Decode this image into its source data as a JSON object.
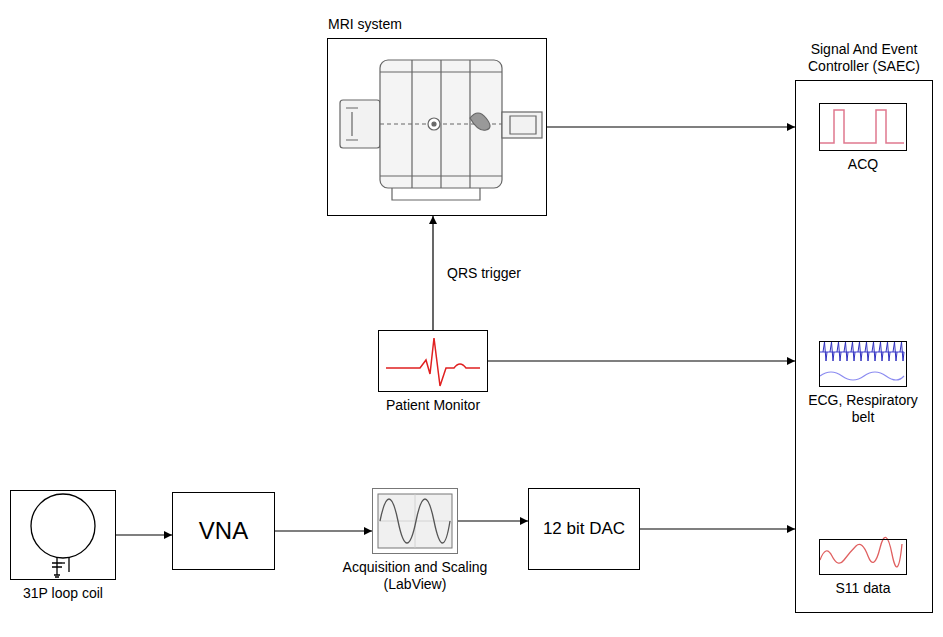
{
  "diagram": {
    "nodes": [
      {
        "text": [
          "MRI system"
        ]
      },
      {
        "text": [
          "Signal And Event Controller (SAEC)"
        ]
      },
      {
        "text": [
          "ACQ"
        ],
        "in": 1
      },
      {
        "text": [
          "ECG, Respiratory belt"
        ],
        "in": 1
      },
      {
        "text": [
          "S11 data"
        ],
        "in": 1
      },
      {
        "text": [
          "Patient Monitor"
        ]
      },
      {
        "text": [
          "31P loop coil"
        ]
      },
      {
        "text": [
          "VNA"
        ]
      },
      {
        "text": [
          "Acquisition and Scaling (LabView)"
        ]
      },
      {
        "text": [
          "12 bit DAC"
        ]
      }
    ],
    "edges": [
      {
        "from": 0,
        "to": 1,
        "arrow": "to"
      },
      {
        "from": 5,
        "to": 0,
        "label": "QRS trigger",
        "arrow": "to"
      },
      {
        "from": 5,
        "to": 1,
        "arrow": "to"
      },
      {
        "from": 6,
        "to": 7,
        "arrow": "to"
      },
      {
        "from": 7,
        "to": 8,
        "arrow": "to"
      },
      {
        "from": 8,
        "to": 9,
        "arrow": "to"
      },
      {
        "from": 9,
        "to": 1,
        "arrow": "to"
      }
    ]
  }
}
